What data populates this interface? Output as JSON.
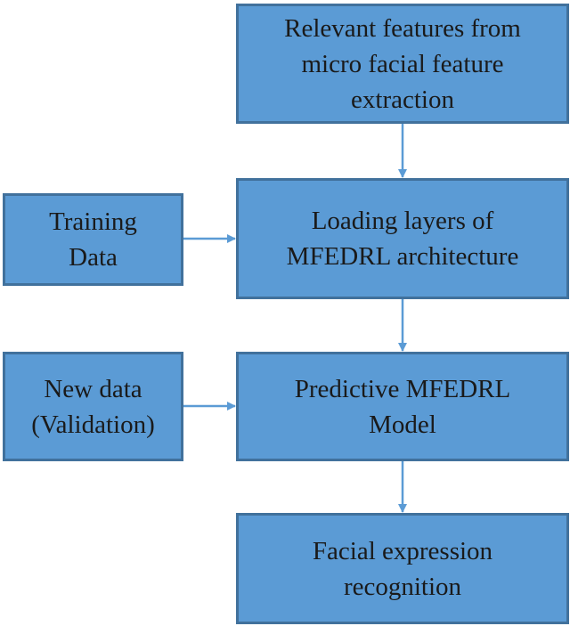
{
  "diagram": {
    "nodes": {
      "features": "Relevant features from\nmicro facial feature\nextraction",
      "loading": "Loading layers of\nMFEDRL architecture",
      "training": "Training\nData",
      "new_data": "New data\n(Validation)",
      "predictive": "Predictive MFEDRL\nModel",
      "recognition": "Facial expression\nrecognition"
    },
    "edges": [
      {
        "from": "features",
        "to": "loading"
      },
      {
        "from": "training",
        "to": "loading"
      },
      {
        "from": "loading",
        "to": "predictive"
      },
      {
        "from": "new_data",
        "to": "predictive"
      },
      {
        "from": "predictive",
        "to": "recognition"
      }
    ],
    "colors": {
      "fill": "#5b9bd5",
      "border": "#41719c",
      "arrow": "#5b9bd5"
    }
  }
}
